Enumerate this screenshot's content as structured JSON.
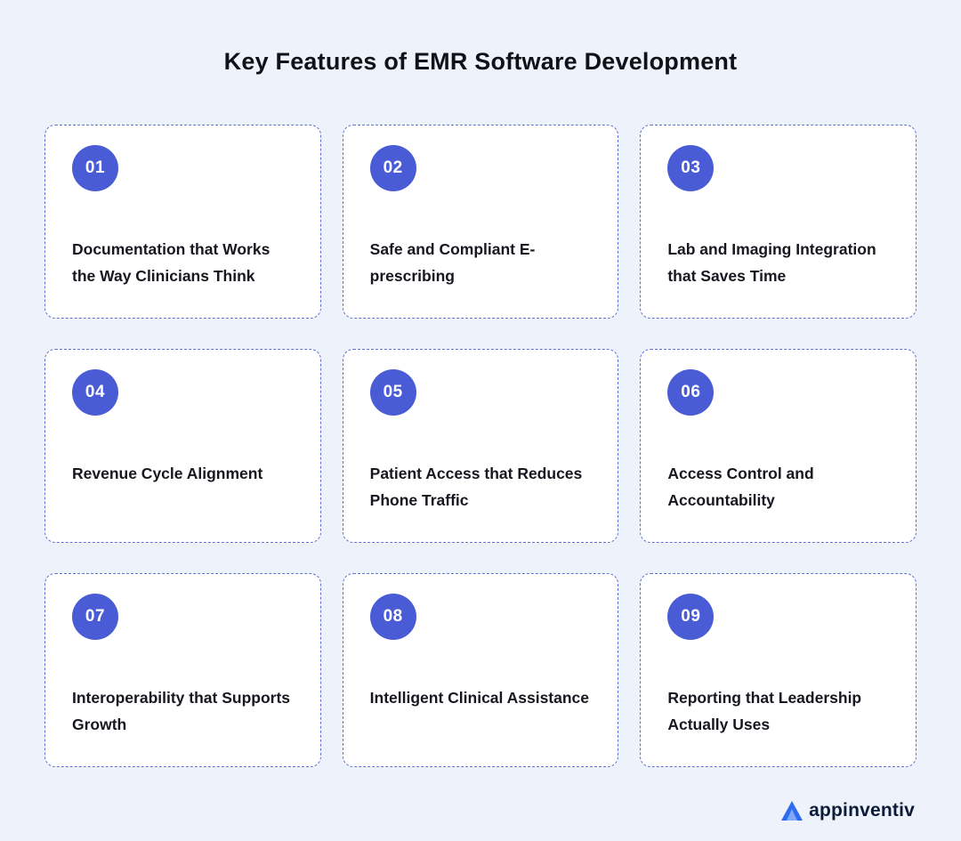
{
  "page": {
    "title": "Key Features of EMR Software Development"
  },
  "cards": [
    {
      "number": "01",
      "title": "Documentation that Works the Way Clinicians Think"
    },
    {
      "number": "02",
      "title": "Safe and Compliant E-prescribing"
    },
    {
      "number": "03",
      "title": "Lab and Imaging Integration that Saves Time"
    },
    {
      "number": "04",
      "title": "Revenue Cycle Alignment"
    },
    {
      "number": "05",
      "title": "Patient Access that Reduces Phone Traffic"
    },
    {
      "number": "06",
      "title": "Access Control and Accountability"
    },
    {
      "number": "07",
      "title": "Interoperability that Supports Growth"
    },
    {
      "number": "08",
      "title": "Intelligent Clinical Assistance"
    },
    {
      "number": "09",
      "title": "Reporting that Leadership Actually Uses"
    }
  ],
  "footer": {
    "brand": "appinventiv"
  },
  "colors": {
    "accent": "#4a5cd5",
    "background": "#eef2fb",
    "card_border": "#5f6ed6",
    "brand_blue": "#2f6bf0"
  }
}
